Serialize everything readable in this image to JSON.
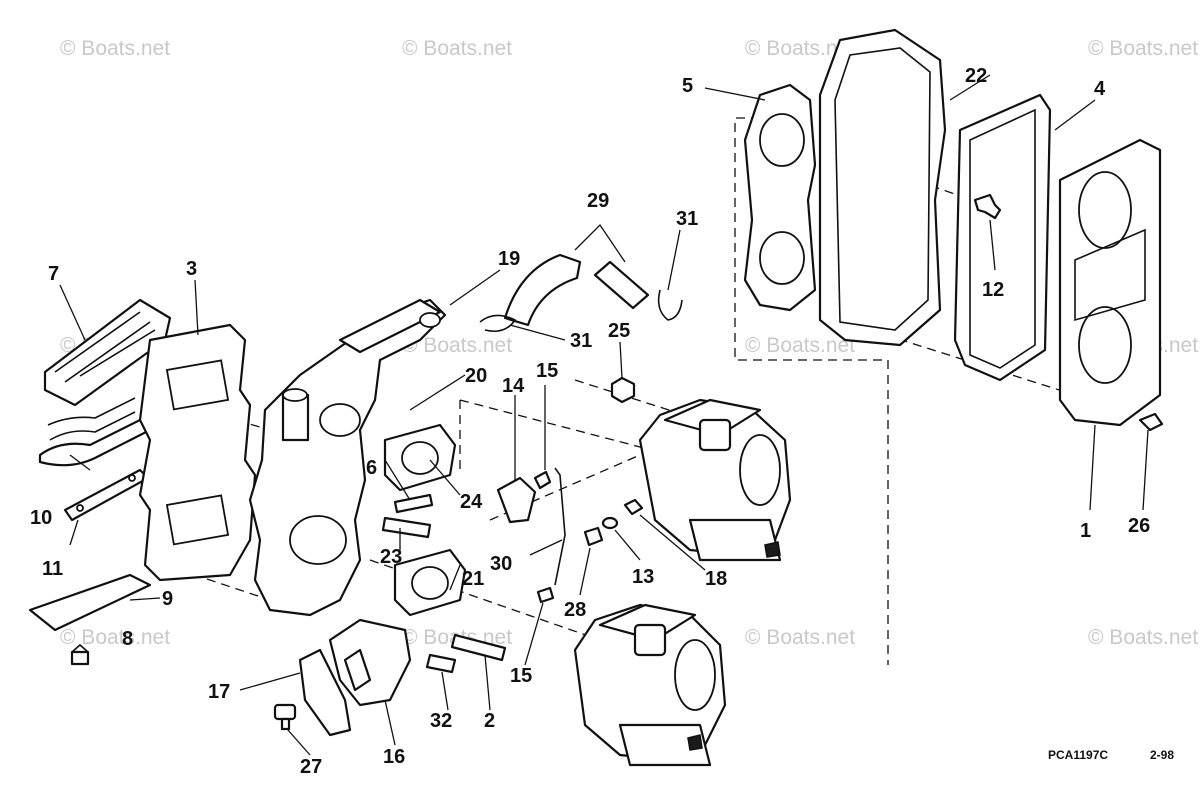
{
  "watermark": {
    "text": "© Boats.net"
  },
  "reference": {
    "code": "PCA1197C",
    "date": "2-98"
  },
  "callouts": [
    "1",
    "2",
    "3",
    "4",
    "5",
    "6",
    "7",
    "8",
    "9",
    "10",
    "11",
    "12",
    "13",
    "14",
    "15",
    "15",
    "16",
    "17",
    "18",
    "19",
    "20",
    "21",
    "22",
    "23",
    "24",
    "25",
    "26",
    "27",
    "28",
    "29",
    "30",
    "31",
    "31",
    "32"
  ]
}
